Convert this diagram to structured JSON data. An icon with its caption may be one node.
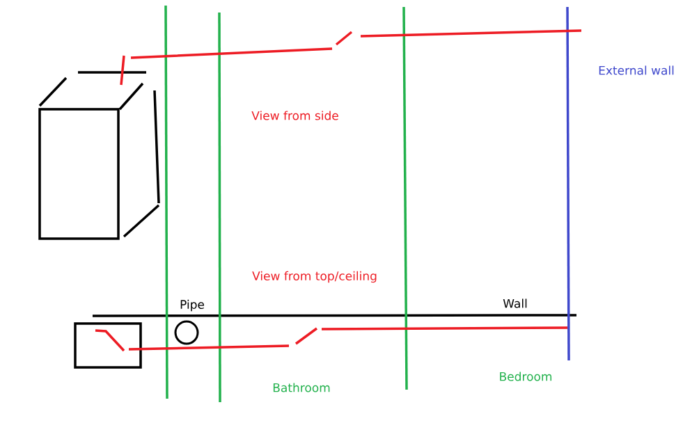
{
  "diagram": {
    "nodes": [
      {
        "text": [
          "Pipe"
        ]
      }
    ],
    "labels": [
      "External wall",
      "View from side",
      "View from top/ceiling",
      "Wall",
      "Bathroom",
      "Bedroom"
    ]
  }
}
